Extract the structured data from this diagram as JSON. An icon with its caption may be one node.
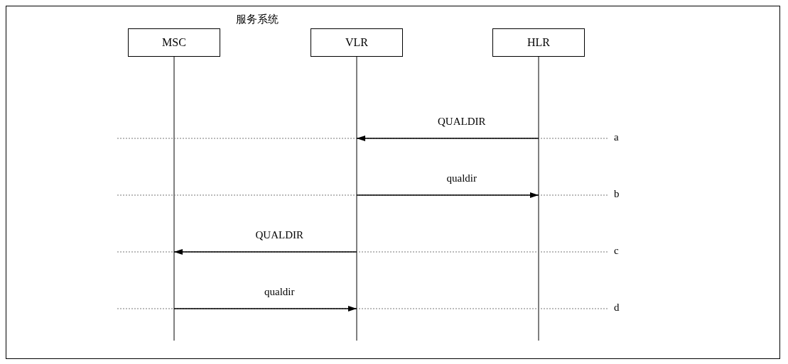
{
  "diagram": {
    "nodes": [
      {
        "text": [
          "MSC"
        ]
      },
      {
        "text": [
          "VLR"
        ]
      },
      {
        "text": [
          "HLR"
        ]
      }
    ],
    "edges": [
      {
        "from": 2,
        "to": 1,
        "arrow": "to",
        "label": "QUALDIR"
      },
      {
        "from": 1,
        "to": 2,
        "arrow": "to",
        "label": "qualdir"
      },
      {
        "from": 1,
        "to": 0,
        "arrow": "to",
        "label": "QUALDIR"
      },
      {
        "from": 0,
        "to": 1,
        "arrow": "to",
        "label": "qualdir"
      }
    ],
    "labels": [
      "服务系统",
      "a",
      "b",
      "c",
      "d"
    ]
  }
}
